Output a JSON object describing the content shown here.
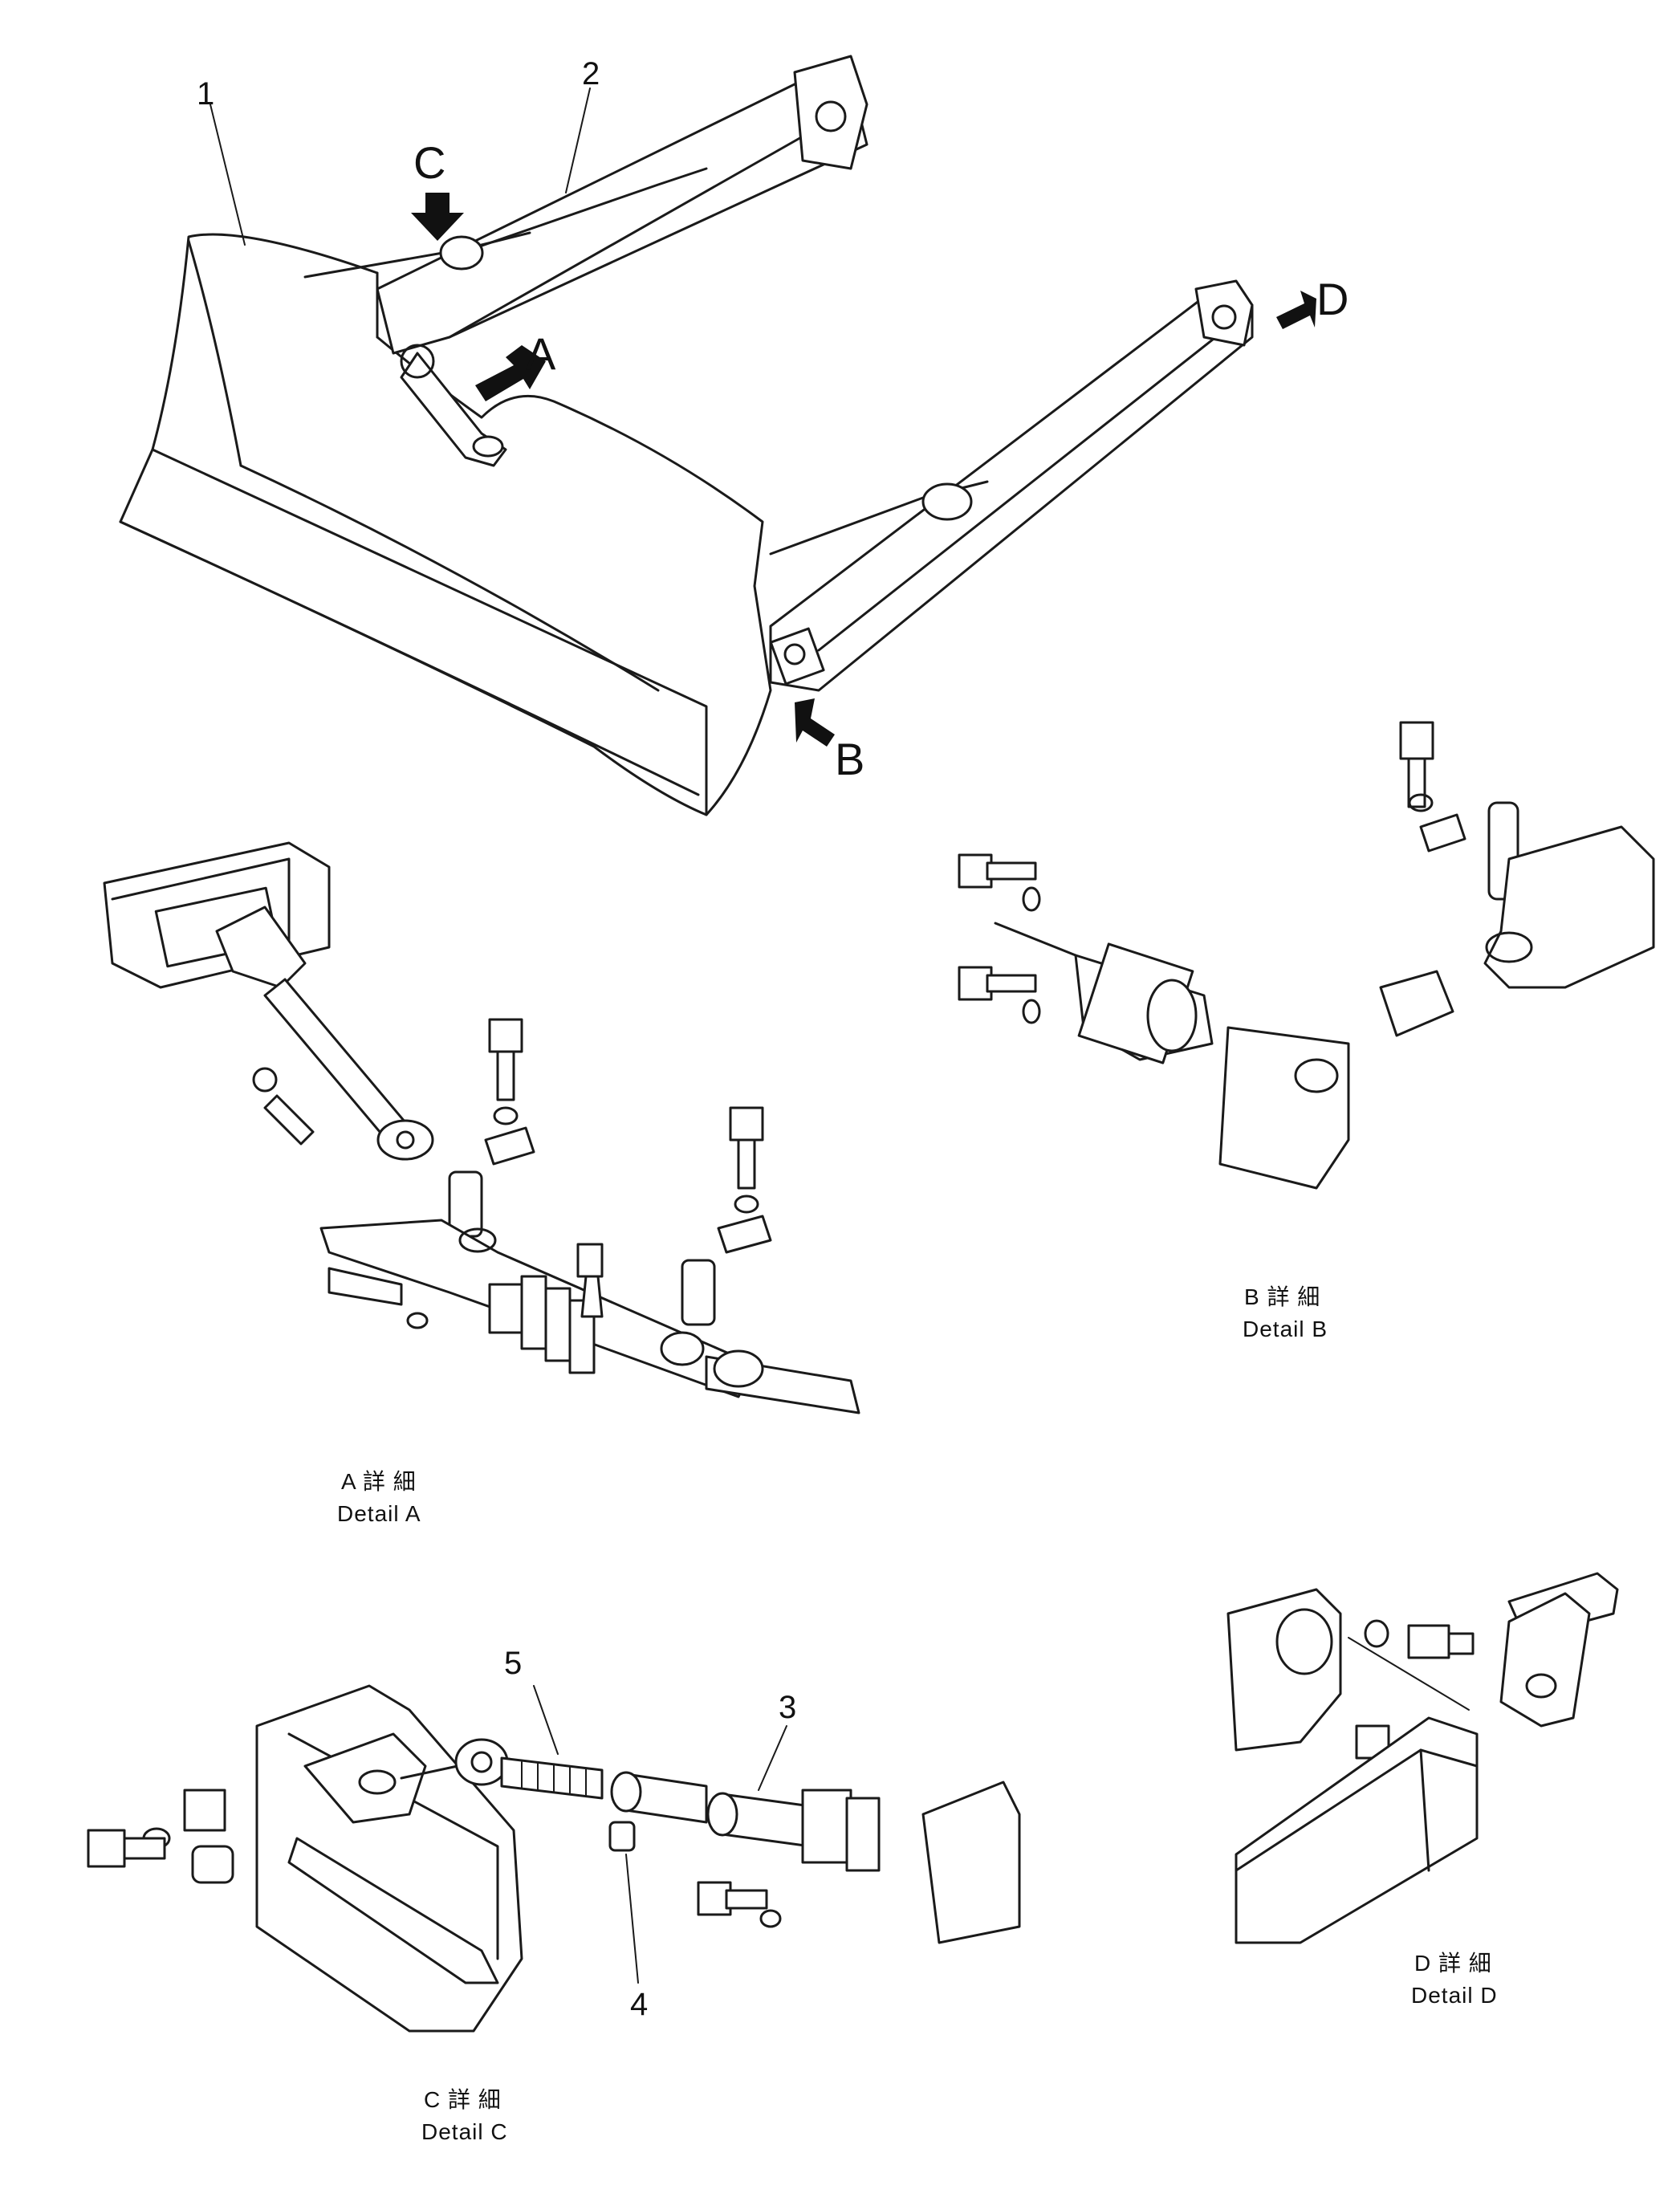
{
  "callouts": [
    "1",
    "2",
    "3",
    "4",
    "5"
  ],
  "view_arrows": [
    "A",
    "B",
    "C",
    "D"
  ],
  "details": [
    {
      "jp": "A 詳 細",
      "en": "Detail A"
    },
    {
      "jp": "B 詳 細",
      "en": "Detail B"
    },
    {
      "jp": "C 詳 細",
      "en": "Detail C"
    },
    {
      "jp": "D 詳 細",
      "en": "Detail D"
    }
  ]
}
